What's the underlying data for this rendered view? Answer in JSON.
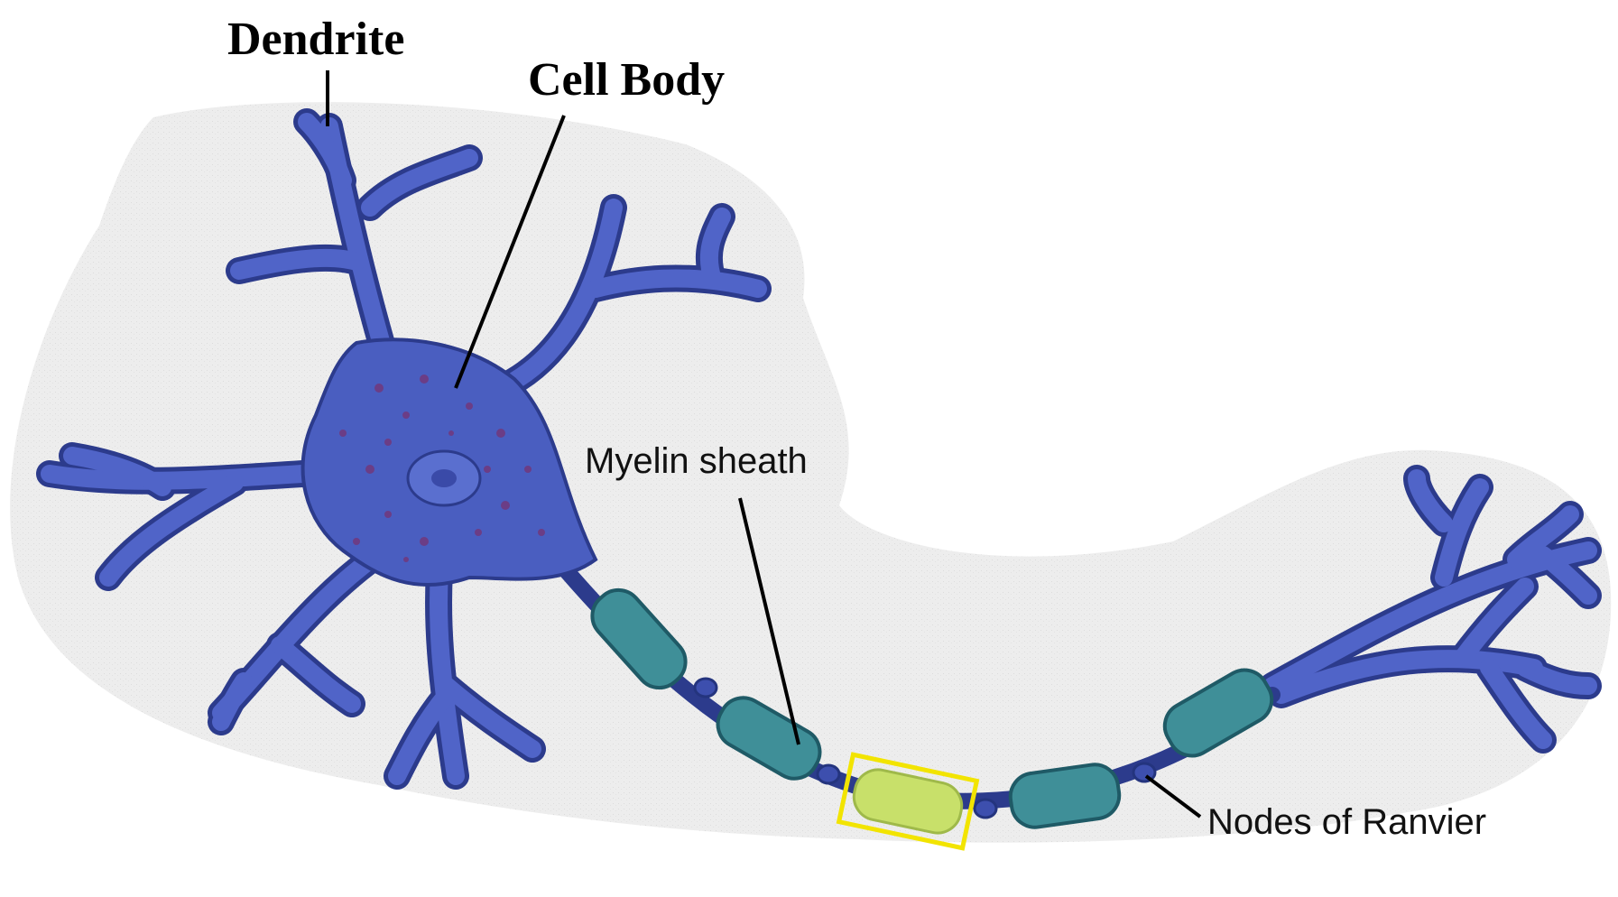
{
  "labels": {
    "dendrite": "Dendrite",
    "cell_body": "Cell Body",
    "myelin_sheath": "Myelin sheath",
    "nodes_of_ranvier": "Nodes of Ranvier"
  },
  "colors": {
    "neuron_fill": "#4a5ec0",
    "neuron_stroke": "#2c3b8c",
    "myelin_fill": "#3f8f98",
    "myelin_stroke": "#1f5a66",
    "highlight_fill": "#c8e06a",
    "highlight_stroke": "#f2e400",
    "backdrop": "#eeeeee"
  }
}
